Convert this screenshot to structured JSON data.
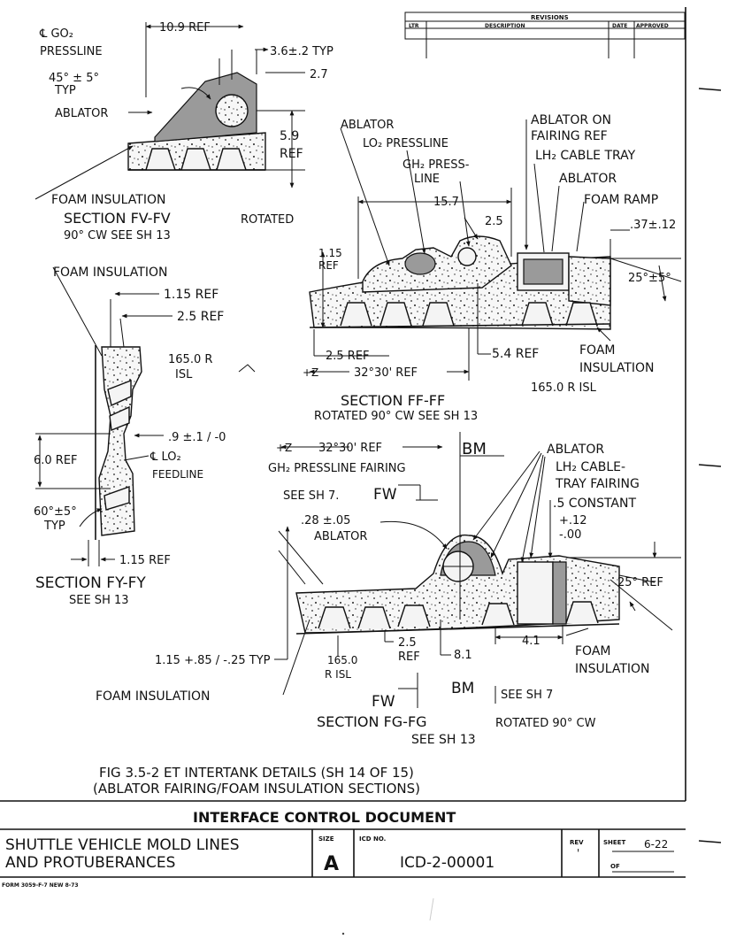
{
  "revisions": {
    "title": "REVISIONS",
    "col_ltr": "LTR",
    "col_description": "DESCRIPTION",
    "col_date": "DATE",
    "col_approved": "APPROVED"
  },
  "section_fv": {
    "pressline": "℄ GO₂",
    "pressline2": "PRESSLINE",
    "dim_width": "10.9 REF",
    "dim_typ": "3.6±.2 TYP",
    "dim_27": "2.7",
    "angle": "45° ± 5°",
    "angle_typ": "TYP",
    "ablator": "ABLATOR",
    "height": "5.9",
    "height_ref": "REF",
    "foam": "FOAM INSULATION",
    "title": "SECTION FV-FV",
    "rotated": "ROTATED",
    "see": "90° CW  SEE SH 13"
  },
  "section_ff": {
    "ablator": "ABLATOR",
    "lo2": "LO₂ PRESSLINE",
    "gh2": "GH₂ PRESS-",
    "gh2b": "LINE",
    "dim_157": "15.7",
    "dim_25": "2.5",
    "dim_115": "1.15",
    "dim_115ref": "REF",
    "ablator_on": "ABLATOR ON",
    "fairing_ref": "FAIRING REF",
    "lh2_tray": "LH₂ CABLE TRAY",
    "ablator2": "ABLATOR",
    "foam_ramp": "FOAM RAMP",
    "dim_37": ".37±.12",
    "angle": "25°±5°",
    "dim_25ref": "2.5 REF",
    "dim_54": "5.4 REF",
    "foam1": "FOAM",
    "foam2": "INSULATION",
    "z_ref": "+Z",
    "angle_ref": "32°30' REF",
    "radius": "165.0 R ISL",
    "title": "SECTION FF-FF",
    "rotated": "ROTATED 90° CW  SEE SH 13"
  },
  "section_fy": {
    "foam": "FOAM INSULATION",
    "dim_115": "1.15 REF",
    "dim_25": "2.5 REF",
    "radius": "165.0 R",
    "isl": "ISL",
    "dim_9": ".9 ±.1 / -0",
    "dim_60": "6.0 REF",
    "lo2": "℄ LO₂",
    "feedline": "FEEDLINE",
    "angle": "60°±5°",
    "angle_typ": "TYP",
    "dim_115b": "1.15 REF",
    "title": "SECTION FY-FY",
    "see": "SEE SH 13"
  },
  "section_fg": {
    "z_ref": "+Z",
    "angle_ref": "32°30' REF",
    "bm": "BM",
    "gh2": "GH₂ PRESSLINE FAIRING",
    "see_sh7": "SEE SH 7.",
    "fw": "FW",
    "ablator": "ABLATOR",
    "lh2": "LH₂ CABLE-",
    "lh2b": "TRAY FAIRING",
    "constant": ".5 CONSTANT",
    "tol_plus": "+.12",
    "tol_minus": "-.00",
    "dim_28": ".28 ±.05",
    "dim_28b": "ABLATOR",
    "angle": "25° REF",
    "dim_115": "1.15 +.85 / -.25  TYP",
    "dim_165": "165.0",
    "dim_165b": "R ISL",
    "dim_25": "2.5",
    "dim_25b": "REF",
    "dim_81": "8.1",
    "dim_41": "4.1",
    "foam": "FOAM",
    "foam2": "INSULATION",
    "foam_left": "FOAM INSULATION",
    "fw2": "FW",
    "bm2": "BM",
    "see_sh7b": "SEE SH 7",
    "title": "SECTION FG-FG",
    "rotated": "ROTATED 90° CW",
    "see": "SEE SH 13"
  },
  "figure": {
    "caption1": "FIG 3.5-2  ET INTERTANK DETAILS  (SH 14 OF 15)",
    "caption2": "(ABLATOR FAIRING/FOAM INSULATION SECTIONS)"
  },
  "title_block": {
    "header": "INTERFACE CONTROL DOCUMENT",
    "title1": "SHUTTLE VEHICLE MOLD LINES",
    "title2": "AND PROTUBERANCES",
    "size_label": "SIZE",
    "size": "A",
    "icd_label": "ICD NO.",
    "icd": "ICD-2-00001",
    "rev_label": "REV",
    "rev": "'",
    "sheet_label": "SHEET",
    "sheet": "6-22",
    "of_label": "OF",
    "form": "FORM 3059-F-7 NEW 8-73"
  }
}
